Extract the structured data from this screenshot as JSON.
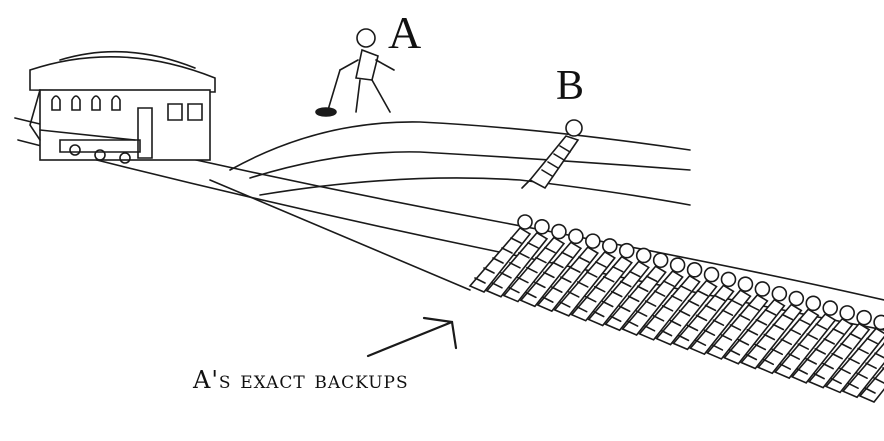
{
  "labels": {
    "person_a": "A",
    "person_b": "B",
    "caption": "A's exact backups"
  },
  "colors": {
    "ink": "#1a1a1a",
    "background": "#ffffff"
  },
  "people_on_main_track_count": 24
}
